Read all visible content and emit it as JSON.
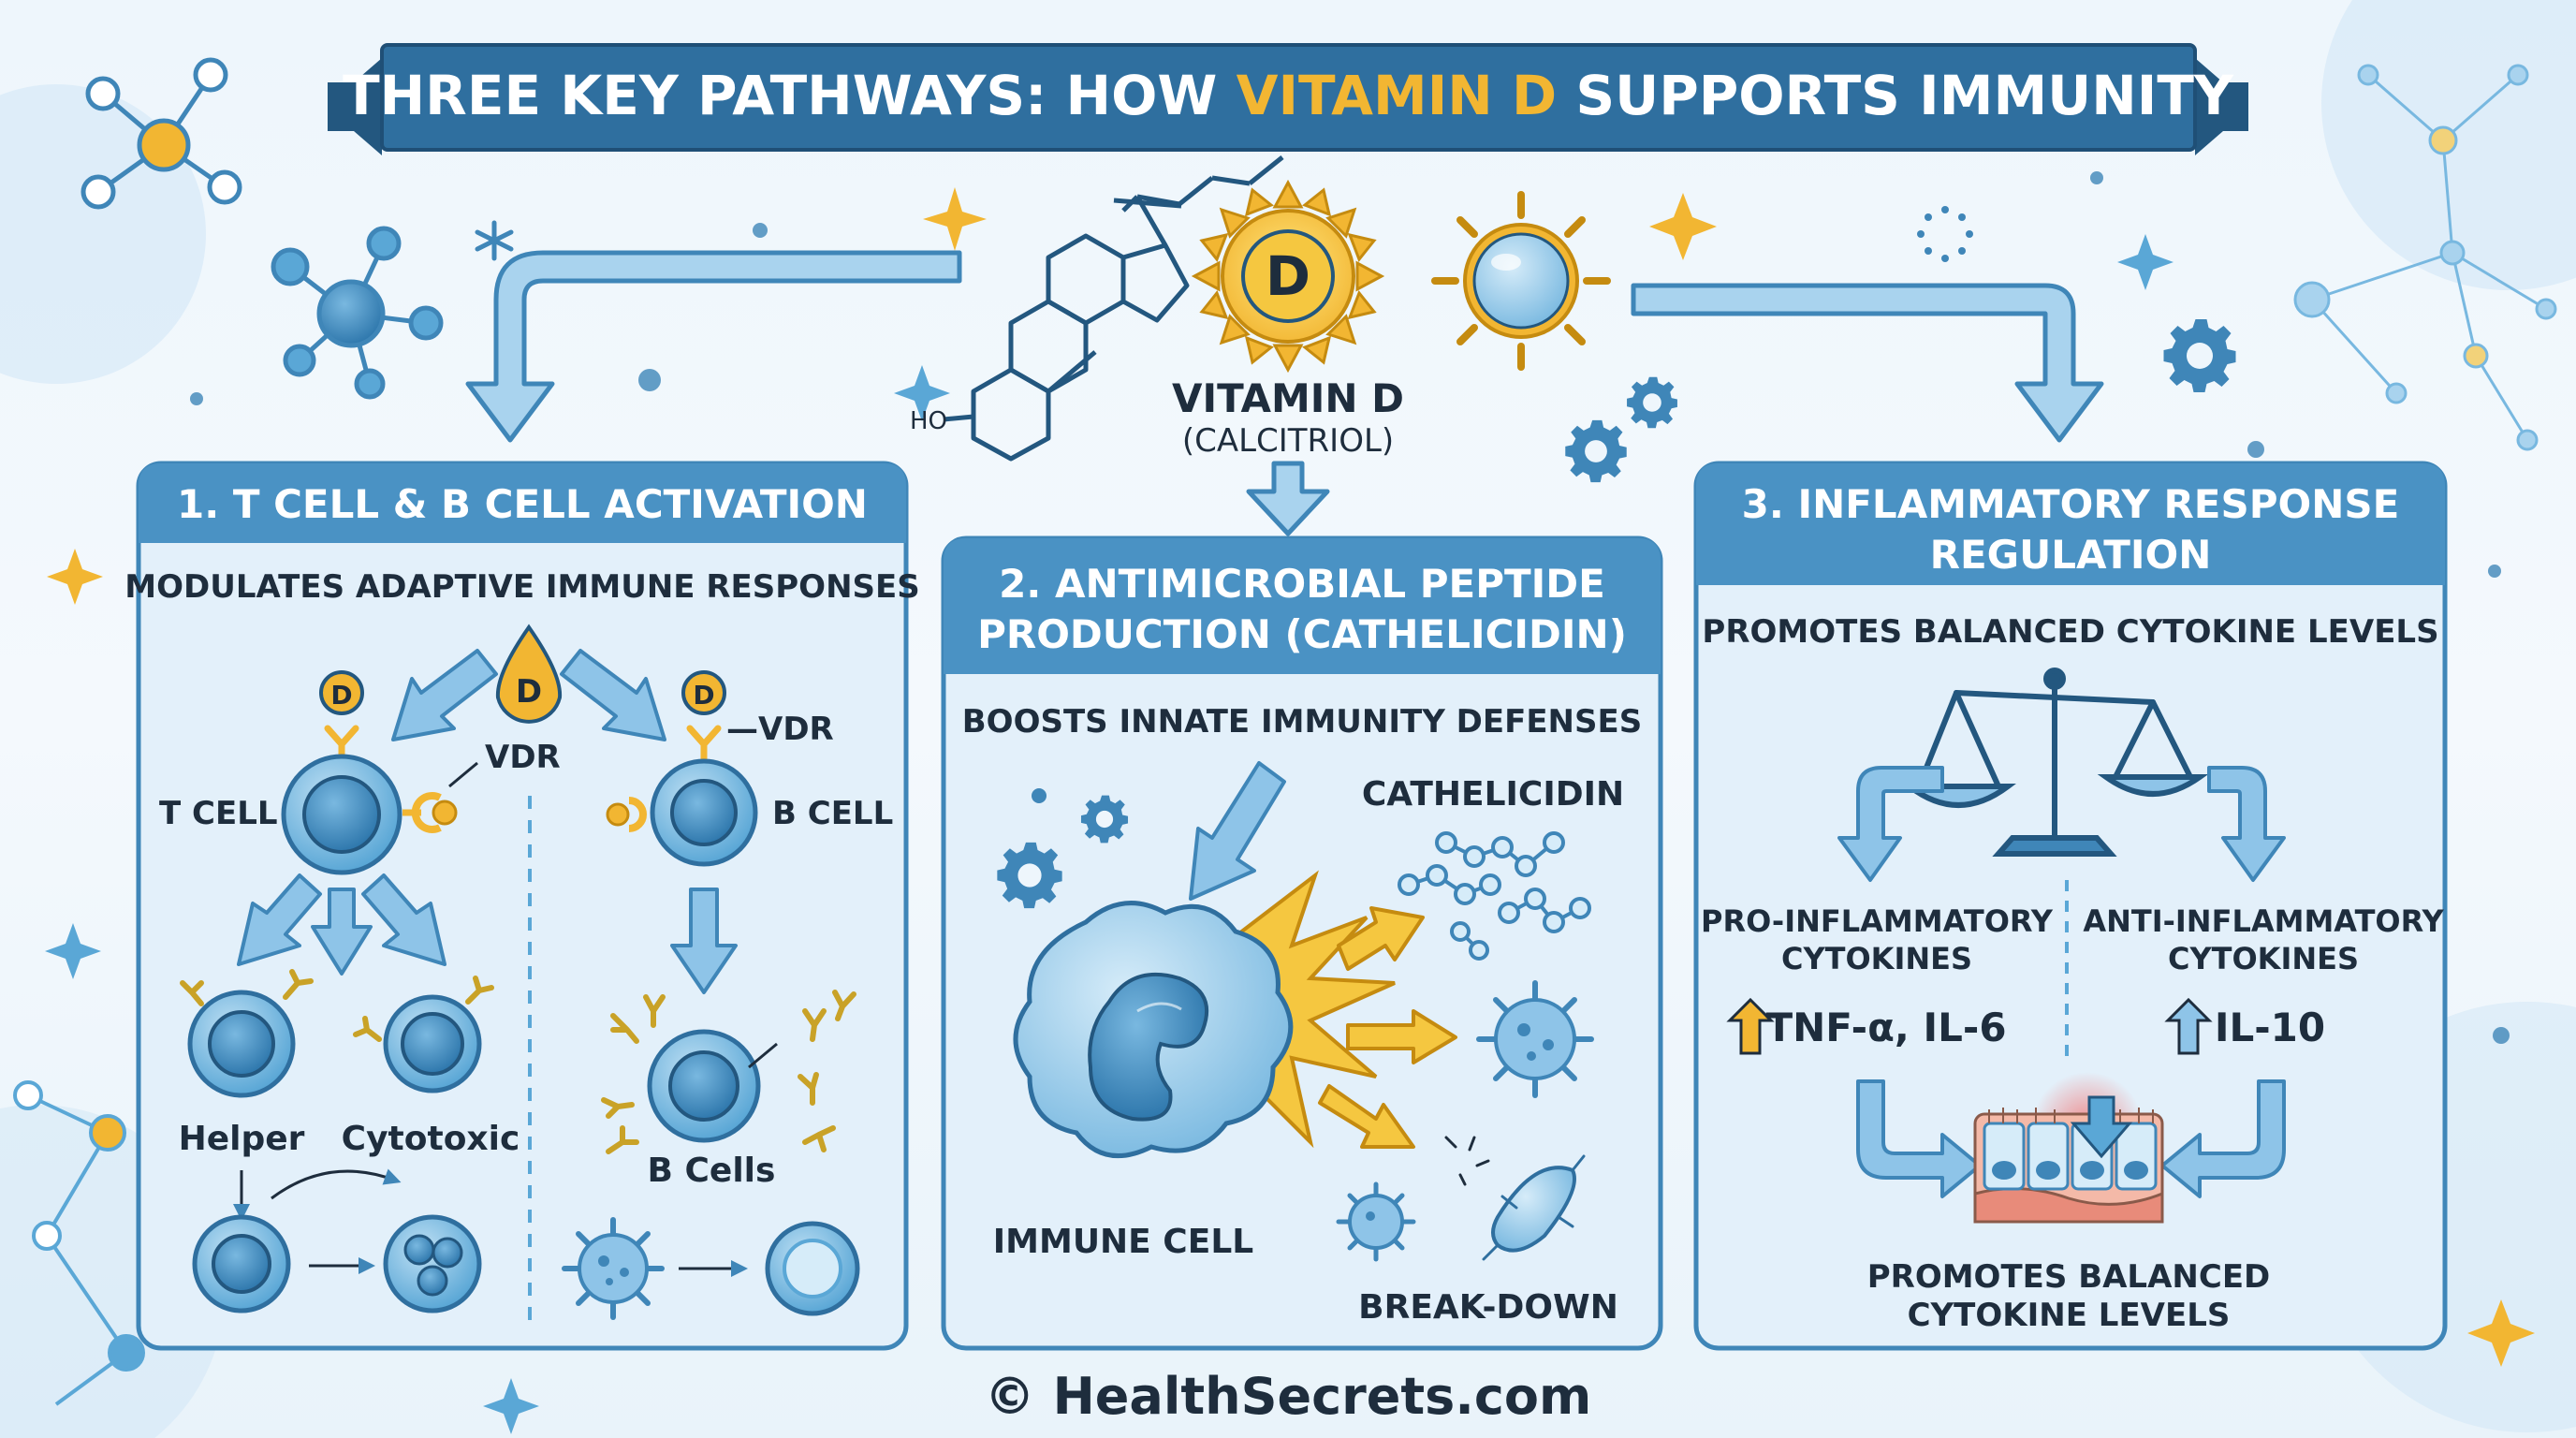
{
  "banner": {
    "pre": "THREE KEY PATHWAYS: HOW ",
    "highlight": "VITAMIN D",
    "post": " SUPPORTS IMMUNITY"
  },
  "center": {
    "molecule_label": "HO",
    "sun_letter": "D",
    "title": "VITAMIN D",
    "subtitle": "(CALCITRIOL)"
  },
  "panel1": {
    "header": "1.  T CELL & B CELL ACTIVATION",
    "subtitle": "MODULATES ADAPTIVE IMMUNE RESPONSES",
    "d_letter": "D",
    "vdr_left": "VDR",
    "vdr_right": "—VDR",
    "t_cell": "T CELL",
    "b_cell": "B CELL",
    "helper": "Helper",
    "cytotoxic": "Cytotoxic",
    "b_cells": "B Cells"
  },
  "panel2": {
    "header_line1": "2. ANTIMICROBIAL PEPTIDE",
    "header_line2": "PRODUCTION (CATHELICIDIN)",
    "subtitle": "BOOSTS INNATE IMMUNITY DEFENSES",
    "cathelicidin": "CATHELICIDIN",
    "immune_cell": "IMMUNE CELL",
    "breakdown": "BREAK-DOWN"
  },
  "panel3": {
    "header_line1": "3. INFLAMMATORY RESPONSE",
    "header_line2": "REGULATION",
    "subtitle": "PROMOTES BALANCED CYTOKINE LEVELS",
    "pro_line1": "PRO-INFLAMMATORY",
    "pro_line2": "CYTOKINES",
    "pro_value": "TNF-α, IL-6",
    "anti_line1": "ANTI-INFLAMMATORY",
    "anti_line2": "CYTOKINES",
    "anti_value": "IL-10",
    "bottom_line1": "PROMOTES BALANCED",
    "bottom_line2": "CYTOKINE LEVELS"
  },
  "footer": {
    "copyright": "© HealthSecrets.com"
  },
  "colors": {
    "primary": "#3f86b8",
    "banner": "#2f6f9f",
    "accent": "#f2b632",
    "cell": "#5aa7d6",
    "panel_bg": "#e3f0fa"
  }
}
